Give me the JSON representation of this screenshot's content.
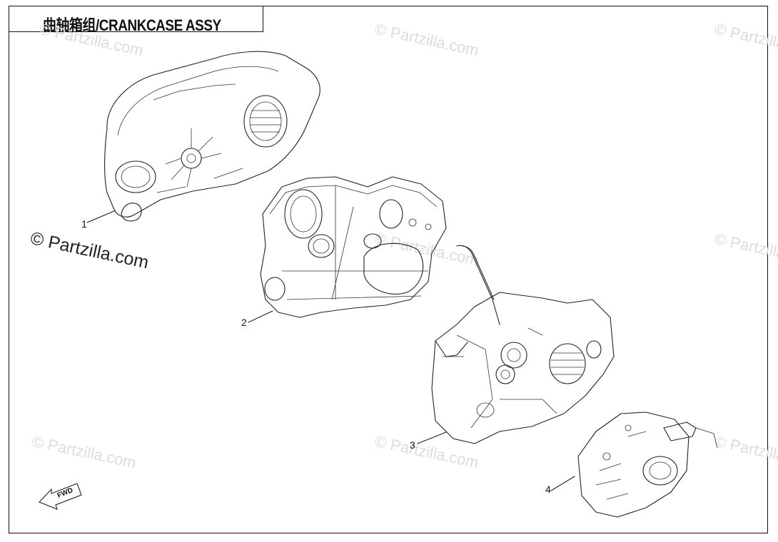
{
  "title": "曲轴箱组/CRANKCASE ASSY",
  "watermark": "© Partzilla.com",
  "watermark_large": "© Partzilla.com",
  "callouts": [
    "1",
    "2",
    "3",
    "4"
  ],
  "direction_label": "FWD"
}
